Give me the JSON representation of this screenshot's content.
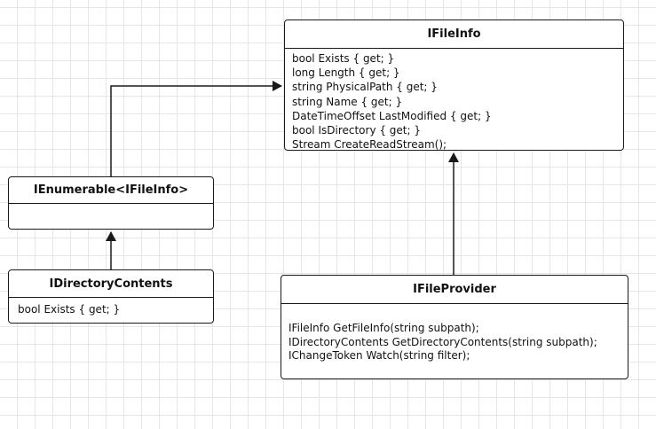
{
  "diagram": {
    "ifileinfo": {
      "title": "IFileInfo",
      "members": [
        "bool Exists { get; }",
        "long Length { get; }",
        "string PhysicalPath { get; }",
        "string Name { get; }",
        "DateTimeOffset LastModified { get; }",
        "bool IsDirectory { get; }",
        "Stream CreateReadStream();"
      ]
    },
    "ienumerable": {
      "title": "IEnumerable<IFileInfo>",
      "members": []
    },
    "idirectorycontents": {
      "title": "IDirectoryContents",
      "members": [
        "bool Exists { get; }"
      ]
    },
    "ifileprovider": {
      "title": "IFileProvider",
      "members": [
        "IFileInfo GetFileInfo(string subpath);",
        "IDirectoryContents GetDirectoryContents(string subpath);",
        "IChangeToken Watch(string filter);"
      ]
    },
    "edges": [
      {
        "from": "ienumerable",
        "to": "ifileinfo",
        "style": "solid-arrow"
      },
      {
        "from": "idirectorycontents",
        "to": "ienumerable",
        "style": "solid-arrow"
      },
      {
        "from": "ifileprovider",
        "to": "ifileinfo",
        "style": "solid-arrow"
      }
    ]
  }
}
